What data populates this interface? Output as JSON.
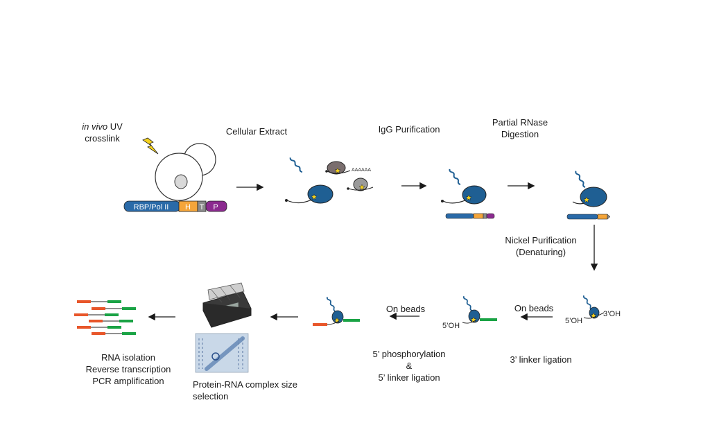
{
  "labels": {
    "crosslink_italic": "in vivo",
    "crosslink_rest": " UV",
    "crosslink_line2": "crosslink",
    "cellular_extract": "Cellular Extract",
    "igg_purification": "IgG Purification",
    "partial_rnase_1": "Partial RNase",
    "partial_rnase_2": "Digestion",
    "nickel_1": "Nickel Purification",
    "nickel_2": "(Denaturing)",
    "on_beads_a": "On beads",
    "on_beads_b": "On beads",
    "three_linker": "3’ linker ligation",
    "five_phos_1": "5’ phosphorylation",
    "five_phos_2": "&",
    "five_phos_3": "5’ linker ligation",
    "size_sel_1": "Protein-RNA complex size",
    "size_sel_2": "selection",
    "rna_1": "RNA isolation",
    "rna_2": "Reverse transcription",
    "rna_3": "PCR amplification"
  },
  "construct": {
    "gene": "RBP/Pol II",
    "tag_h": "H",
    "tag_t": "T",
    "tag_p": "P"
  },
  "end_labels": {
    "five_oh_1": "5’OH",
    "three_oh": "3’OH",
    "five_oh_2": "5’OH",
    "polya": "AAAAAA"
  },
  "colors": {
    "protein_blue": "#1f5f93",
    "construct_blue": "#2a6aa8",
    "tag_orange": "#f4a53a",
    "tag_gray": "#8a8a8a",
    "tag_purple": "#8b2a8f",
    "linker_green": "#1aa345",
    "linker_red": "#e8562a",
    "lightning": "#f5d21e",
    "other_protein": "#7a6e6e"
  }
}
